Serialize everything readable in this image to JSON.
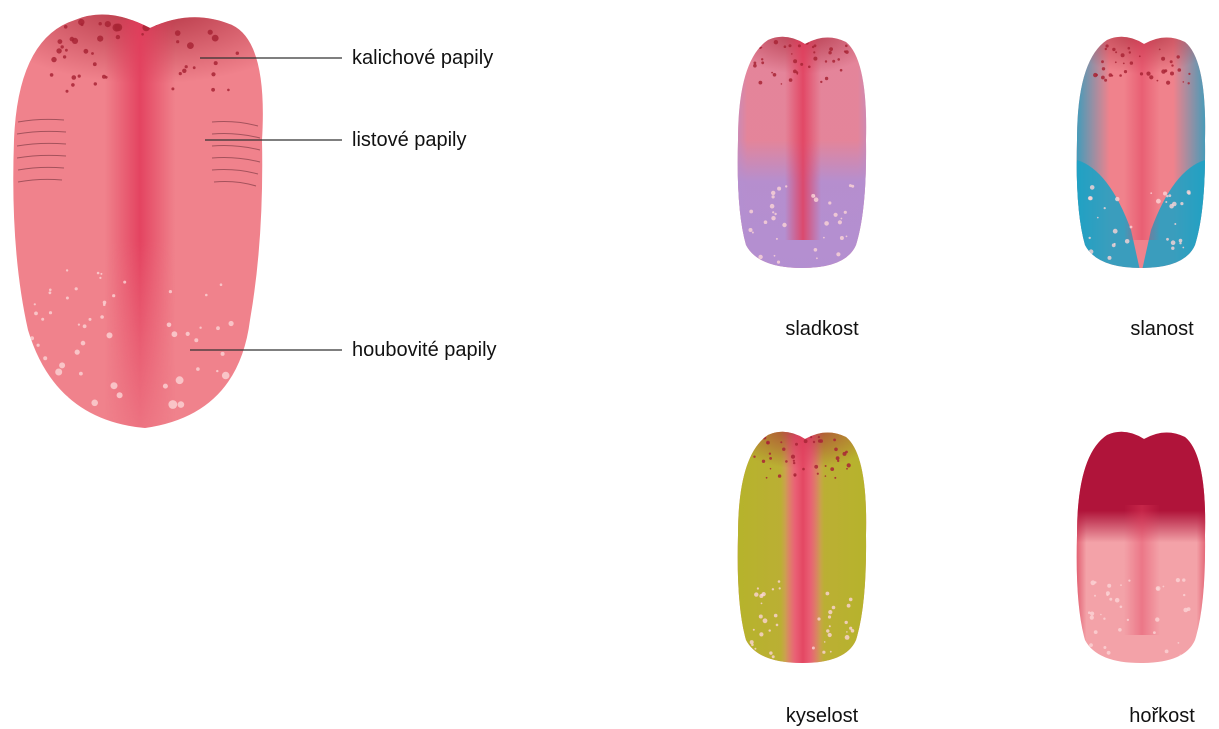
{
  "labels": {
    "circumvallate": "kalichové papily",
    "foliate": "listové papily",
    "fungiform": "houbovité papily"
  },
  "tastes": {
    "sweet": "sladkost",
    "salty": "slanost",
    "sour": "kyselost",
    "bitter": "hořkost"
  },
  "colors": {
    "tongue_base": "#f0828c",
    "midline": "#e23d5c",
    "papillae_dark": "#a82435",
    "papillae_light": "#fbd4d6",
    "sweet": "#b38fd1",
    "salty": "#1aa2c5",
    "sour": "#b5b42a",
    "bitter": "#b0143a"
  }
}
